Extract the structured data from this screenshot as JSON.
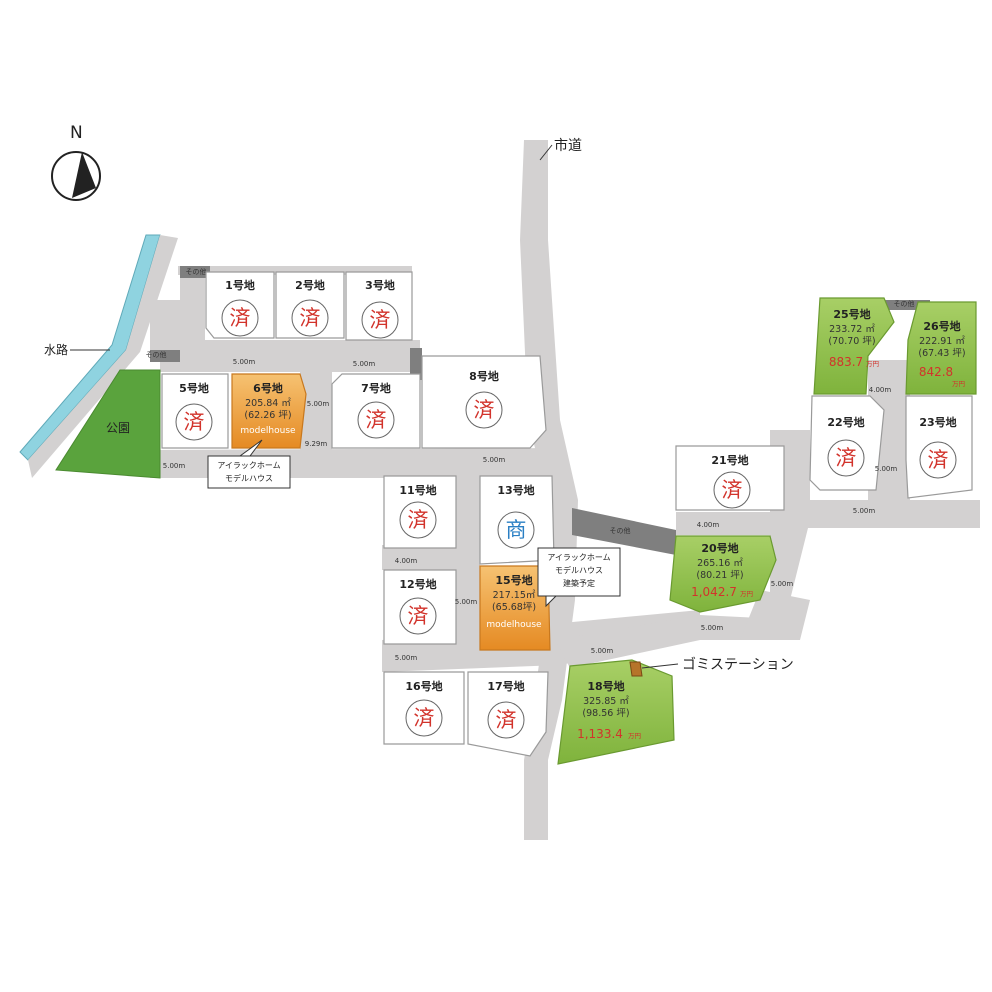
{
  "compass": {
    "label": "N"
  },
  "labels": {
    "city_road": "市道",
    "waterway": "水路",
    "park": "公園",
    "garbage": "ゴミステーション",
    "other": "その他"
  },
  "stamps": {
    "sold": "済",
    "business": "商"
  },
  "modelhouse": "modelhouse",
  "callout6": [
    "アイラックホーム",
    "モデルハウス"
  ],
  "callout15": [
    "アイラックホーム",
    "モデルハウス",
    "建築予定"
  ],
  "lots": {
    "lot1": {
      "name": "1号地",
      "status": "sold"
    },
    "lot2": {
      "name": "2号地",
      "status": "sold"
    },
    "lot3": {
      "name": "3号地",
      "status": "sold"
    },
    "lot5": {
      "name": "5号地",
      "status": "sold"
    },
    "lot6": {
      "name": "6号地",
      "area_m2": "205.84 ㎡",
      "area_tsubo": "(62.26 坪)",
      "status": "modelhouse"
    },
    "lot7": {
      "name": "7号地",
      "status": "sold"
    },
    "lot8": {
      "name": "8号地",
      "status": "sold"
    },
    "lot11": {
      "name": "11号地",
      "status": "sold"
    },
    "lot12": {
      "name": "12号地",
      "status": "sold"
    },
    "lot13": {
      "name": "13号地",
      "status": "business"
    },
    "lot15": {
      "name": "15号地",
      "area_m2": "217.15㎡",
      "area_tsubo": "(65.68坪)",
      "status": "modelhouse"
    },
    "lot16": {
      "name": "16号地",
      "status": "sold"
    },
    "lot17": {
      "name": "17号地",
      "status": "sold"
    },
    "lot18": {
      "name": "18号地",
      "area_m2": "325.85 ㎡",
      "area_tsubo": "(98.56 坪)",
      "price": "1,133.4",
      "price_unit": "万円",
      "status": "available"
    },
    "lot20": {
      "name": "20号地",
      "area_m2": "265.16 ㎡",
      "area_tsubo": "(80.21 坪)",
      "price": "1,042.7",
      "price_unit": "万円",
      "status": "available"
    },
    "lot21": {
      "name": "21号地",
      "status": "sold"
    },
    "lot22": {
      "name": "22号地",
      "status": "sold"
    },
    "lot23": {
      "name": "23号地",
      "status": "sold"
    },
    "lot25": {
      "name": "25号地",
      "area_m2": "233.72 ㎡",
      "area_tsubo": "(70.70 坪)",
      "price": "883.7",
      "price_unit": "万円",
      "status": "available"
    },
    "lot26": {
      "name": "26号地",
      "area_m2": "222.91 ㎡",
      "area_tsubo": "(67.43 坪)",
      "price": "842.8",
      "price_unit": "万円",
      "status": "available"
    }
  },
  "road_widths": {
    "w500": "5.00m",
    "w400": "4.00m",
    "w929": "9.29m"
  },
  "colors": {
    "road": "#d3d1d1",
    "available": "#8dbd47",
    "modelhouse": "#e8912a",
    "park": "#5aa33d",
    "water": "#8fd3e0",
    "other": "#7f7f7f",
    "sold_stamp": "#d2332b",
    "business_stamp": "#2a7fc4"
  }
}
